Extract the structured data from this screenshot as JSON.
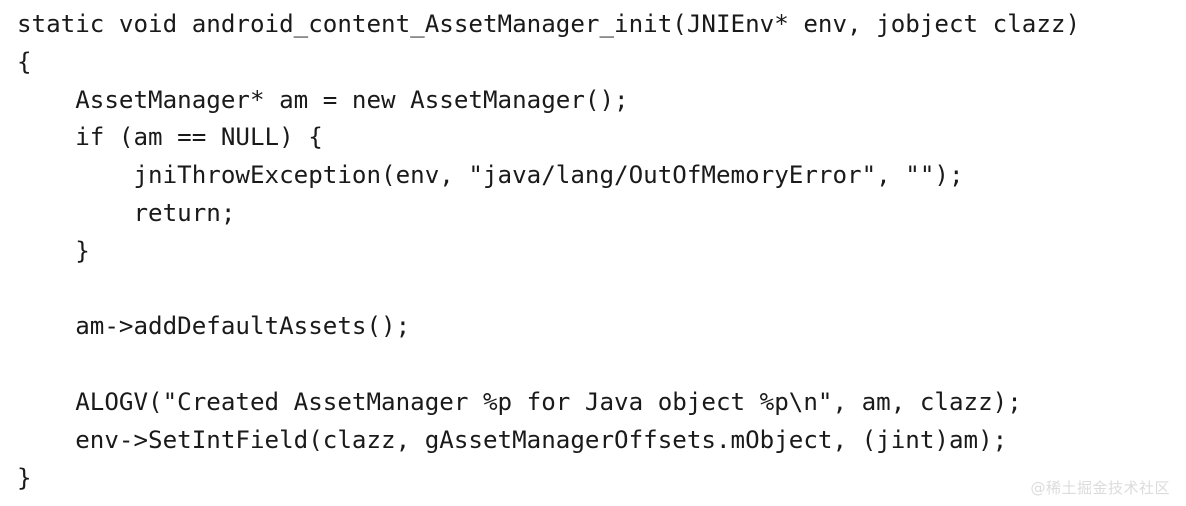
{
  "figure": {
    "kind": "code-snippet-image",
    "language": "C++",
    "background_color": "#ffffff",
    "text_color": "#1a1a1a"
  },
  "code": {
    "lines": [
      "static void android_content_AssetManager_init(JNIEnv* env, jobject clazz)",
      "{",
      "    AssetManager* am = new AssetManager();",
      "    if (am == NULL) {",
      "        jniThrowException(env, \"java/lang/OutOfMemoryError\", \"\");",
      "        return;",
      "    }",
      "",
      "    am->addDefaultAssets();",
      "",
      "    ALOGV(\"Created AssetManager %p for Java object %p\\n\", am, clazz);",
      "    env->SetIntField(clazz, gAssetManagerOffsets.mObject, (jint)am);",
      "}"
    ]
  },
  "watermark": {
    "text": "@稀土掘金技术社区",
    "color": "#dcdcdc"
  }
}
